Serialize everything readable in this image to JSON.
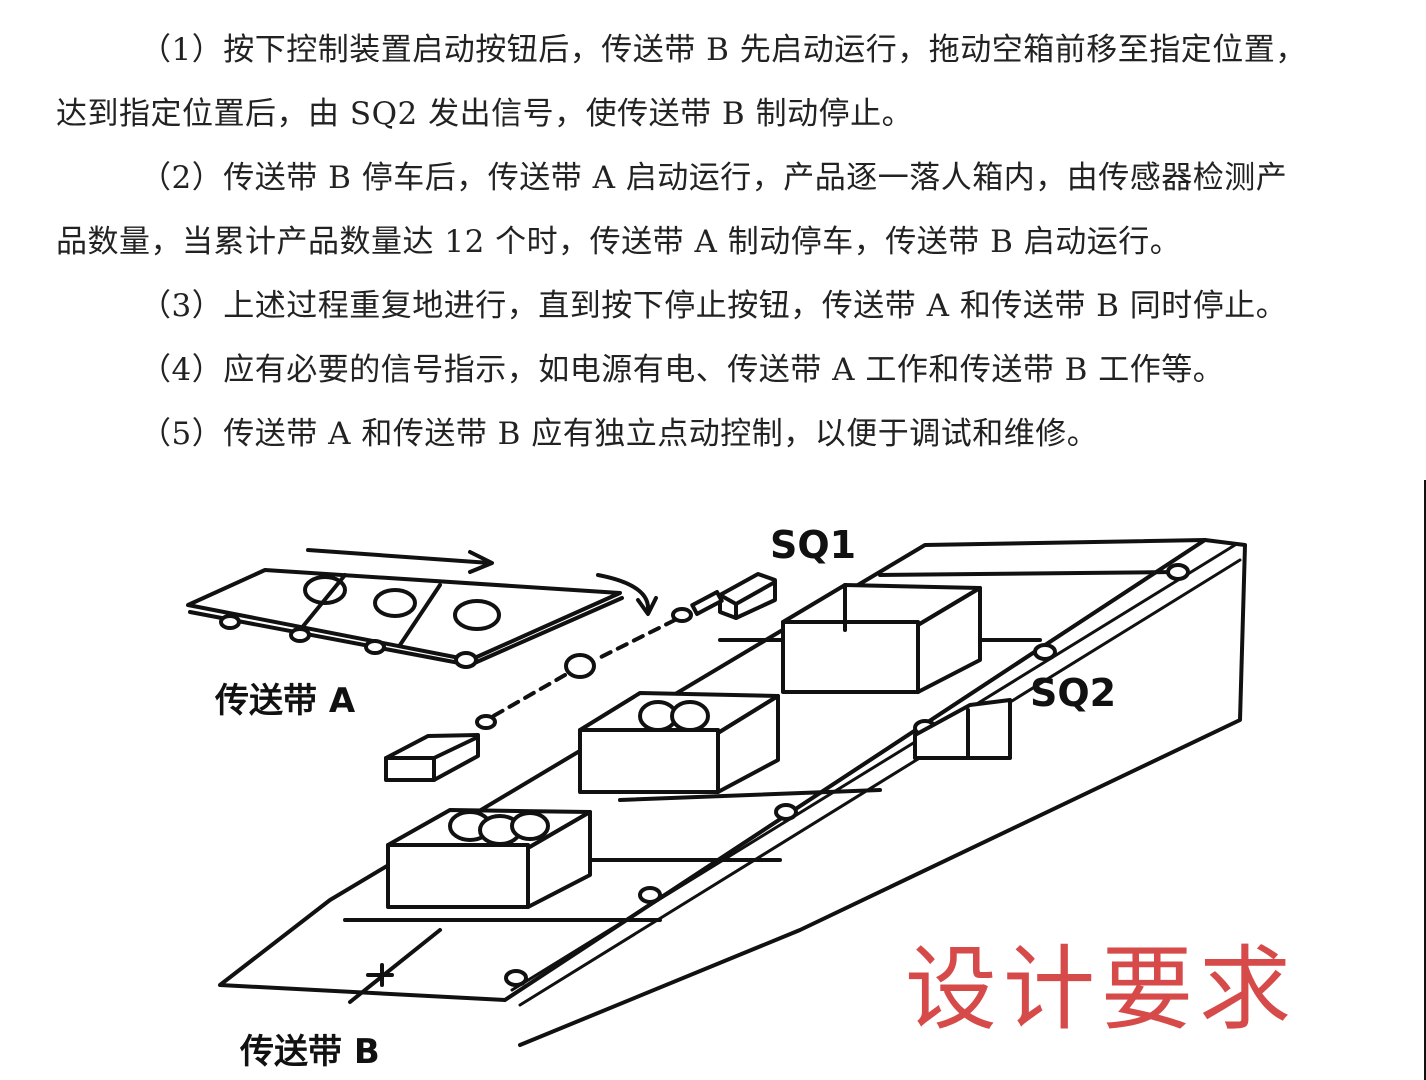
{
  "requirements": {
    "p1_line1": "（1）按下控制装置启动按钮后，传送带 B 先启动运行，拖动空箱前移至指定位置，",
    "p1_line2": "达到指定位置后，由 SQ2 发出信号，使传送带 B 制动停止。",
    "p2_line1": "（2）传送带 B 停车后，传送带 A 启动运行，产品逐一落人箱内，由传感器检测产",
    "p2_line2": "品数量，当累计产品数量达 12 个时，传送带 A 制动停车，传送带 B 启动运行。",
    "p3": "（3）上述过程重复地进行，直到按下停止按钮，传送带 A 和传送带 B 同时停止。",
    "p4": "（4）应有必要的信号指示，如电源有电、传送带 A 工作和传送带 B 工作等。",
    "p5": "（5）传送带 A 和传送带 B 应有独立点动控制，以便于调试和维修。"
  },
  "diagram": {
    "label_sq1": "SQ1",
    "label_sq2": "SQ2",
    "label_belt_a": "传送带 A",
    "label_belt_b": "传送带 B"
  },
  "stamp": {
    "text": "设计要求",
    "color": "#d64a4a"
  }
}
